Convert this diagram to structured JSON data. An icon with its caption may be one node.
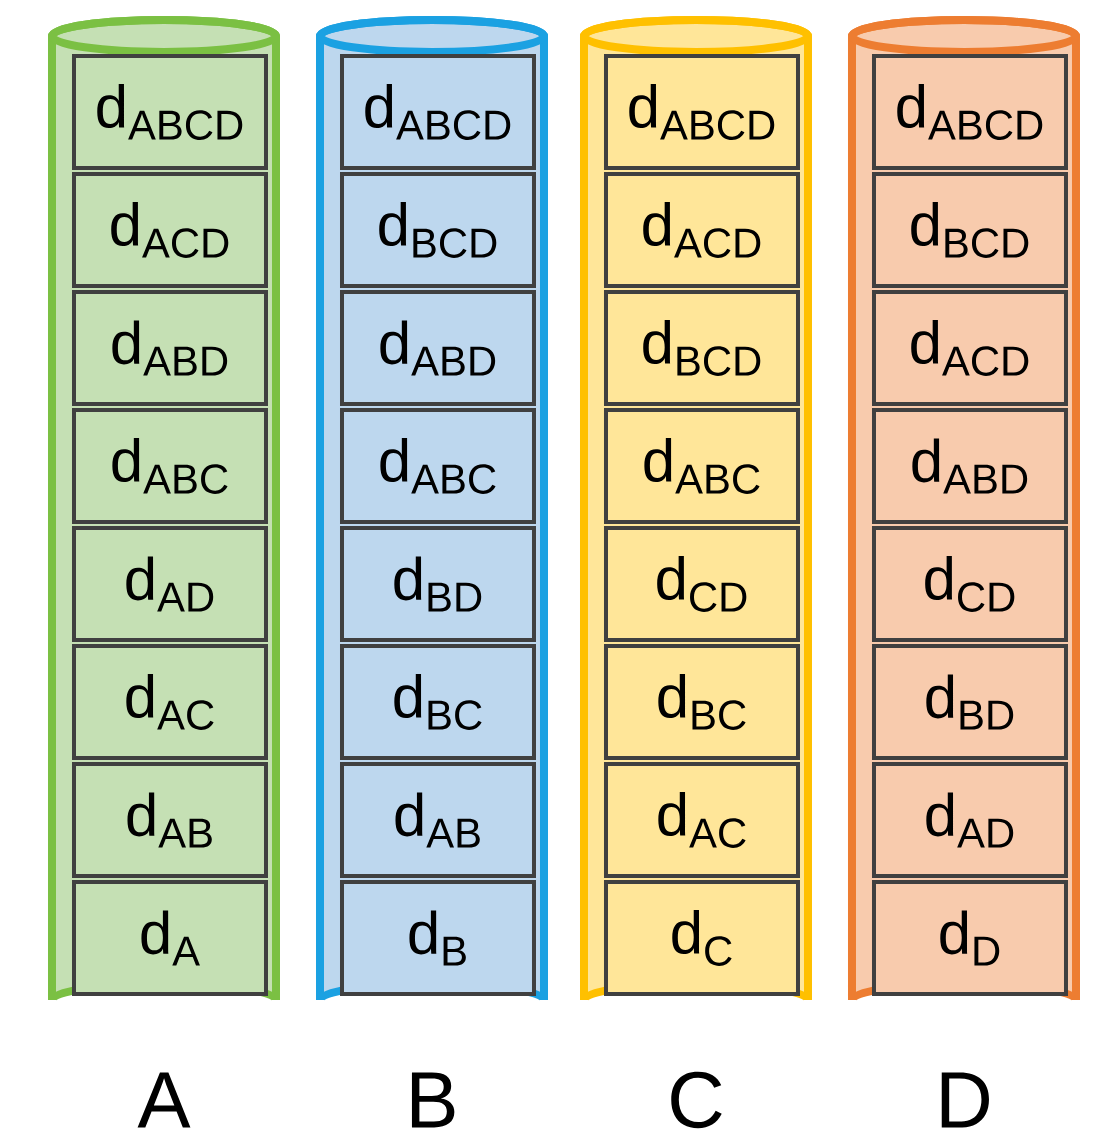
{
  "diagram": {
    "nodes": [
      {
        "text": [
          "A"
        ]
      },
      {
        "text": [
          "d$_{ABCD}$"
        ],
        "in": 0
      },
      {
        "text": [
          "d$_{ACD}$"
        ],
        "in": 0
      },
      {
        "text": [
          "d$_{ABD}$"
        ],
        "in": 0
      },
      {
        "text": [
          "d$_{ABC}$"
        ],
        "in": 0
      },
      {
        "text": [
          "d$_{AD}$"
        ],
        "in": 0
      },
      {
        "text": [
          "d$_{AC}$"
        ],
        "in": 0
      },
      {
        "text": [
          "d$_{AB}$"
        ],
        "in": 0
      },
      {
        "text": [
          "d$_{A}$"
        ],
        "in": 0
      },
      {
        "text": [
          "B"
        ]
      },
      {
        "text": [
          "d$_{ABCD}$"
        ],
        "in": 9
      },
      {
        "text": [
          "d$_{BCD}$"
        ],
        "in": 9
      },
      {
        "text": [
          "d$_{ABD}$"
        ],
        "in": 9
      },
      {
        "text": [
          "d$_{ABC}$"
        ],
        "in": 9
      },
      {
        "text": [
          "d$_{BD}$"
        ],
        "in": 9
      },
      {
        "text": [
          "d$_{BC}$"
        ],
        "in": 9
      },
      {
        "text": [
          "d$_{AB}$"
        ],
        "in": 9
      },
      {
        "text": [
          "d$_{B}$"
        ],
        "in": 9
      },
      {
        "text": [
          "C"
        ]
      },
      {
        "text": [
          "d$_{ABCD}$"
        ],
        "in": 18
      },
      {
        "text": [
          "d$_{ACD}$"
        ],
        "in": 18
      },
      {
        "text": [
          "d$_{BCD}$"
        ],
        "in": 18
      },
      {
        "text": [
          "d$_{ABC}$"
        ],
        "in": 18
      },
      {
        "text": [
          "d$_{CD}$"
        ],
        "in": 18
      },
      {
        "text": [
          "d$_{BC}$"
        ],
        "in": 18
      },
      {
        "text": [
          "d$_{AC}$"
        ],
        "in": 18
      },
      {
        "text": [
          "d$_{C}$"
        ],
        "in": 18
      },
      {
        "text": [
          "D"
        ]
      },
      {
        "text": [
          "d$_{ABCD}$"
        ],
        "in": 27
      },
      {
        "text": [
          "d$_{BCD}$"
        ],
        "in": 27
      },
      {
        "text": [
          "d$_{ACD}$"
        ],
        "in": 27
      },
      {
        "text": [
          "d$_{ABD}$"
        ],
        "in": 27
      },
      {
        "text": [
          "d$_{CD}$"
        ],
        "in": 27
      },
      {
        "text": [
          "d$_{BD}$"
        ],
        "in": 27
      },
      {
        "text": [
          "d$_{AD}$"
        ],
        "in": 27
      },
      {
        "text": [
          "d$_{D}$"
        ],
        "in": 27
      }
    ]
  }
}
